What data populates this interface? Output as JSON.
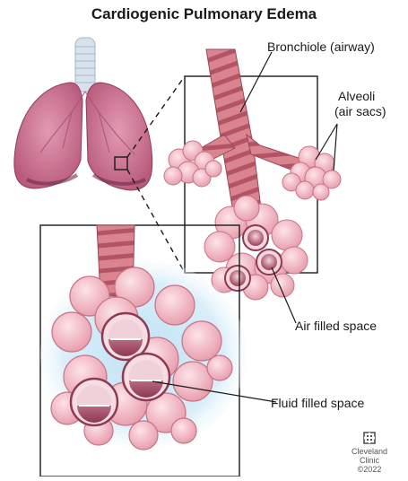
{
  "title": "Cardiogenic Pulmonary Edema",
  "labels": {
    "bronchiole": "Bronchiole (airway)",
    "alveoli_line1": "Alveoli",
    "alveoli_line2": "(air sacs)",
    "air_filled": "Air filled space",
    "fluid_filled": "Fluid filled space"
  },
  "credit": {
    "line1": "Cleveland",
    "line2": "Clinic",
    "line3": "©2022"
  },
  "colors": {
    "lung": "#c96b8c",
    "airway": "#d98c97",
    "alveoli": "#f2b5c0",
    "fluid_glow": "#cfe9f7"
  }
}
